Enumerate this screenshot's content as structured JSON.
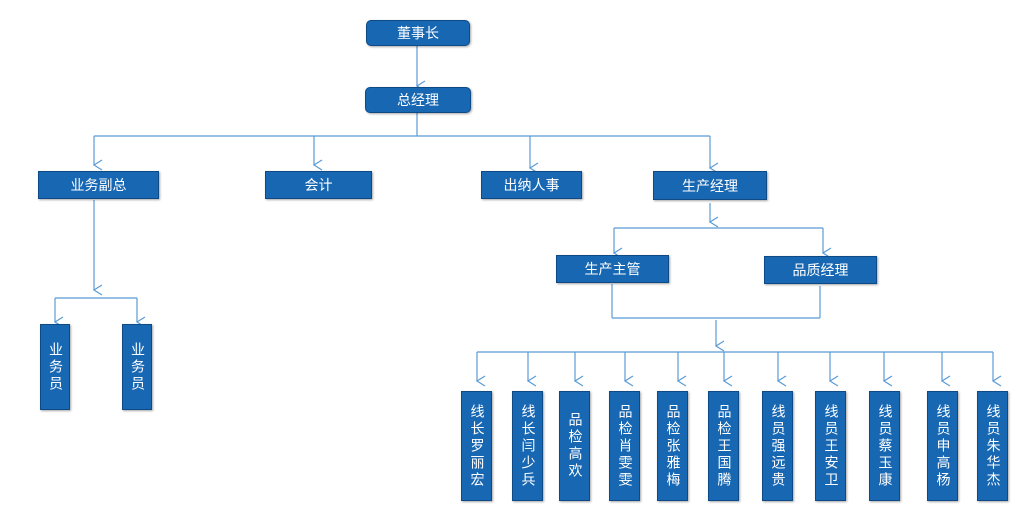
{
  "chairman": "董事长",
  "general_manager": "总经理",
  "level2": {
    "vice_president": "业务副总",
    "accountant": "会计",
    "cashier_hr": "出纳人事",
    "production_manager": "生产经理"
  },
  "level3": {
    "production_supervisor": "生产主管",
    "quality_manager": "品质经理"
  },
  "salesmen": [
    "业务员",
    "业务员"
  ],
  "staff": [
    "线长罗丽宏",
    "线长闫少兵",
    "品检高欢",
    "品检肖雯雯",
    "品检张雅梅",
    "品检王国腾",
    "线员强远贵",
    "线员王安卫",
    "线员蔡玉康",
    "线员申高杨",
    "线员朱华杰"
  ],
  "colors": {
    "box": "#1767b3",
    "connector": "#5b9bd5"
  }
}
